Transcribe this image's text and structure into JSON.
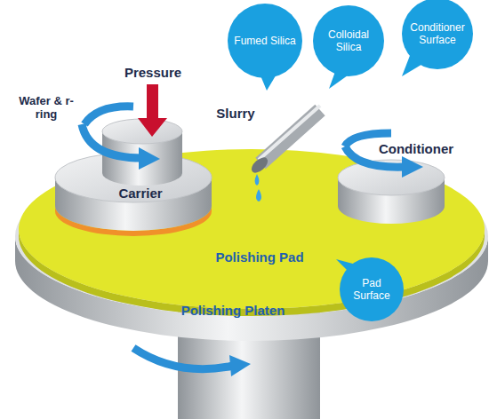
{
  "diagram": {
    "nodes": [
      {
        "text": [
          "Fumed Silica"
        ]
      },
      {
        "text": [
          "Colloidal Silica"
        ]
      },
      {
        "text": [
          "Conditioner Surface"
        ]
      },
      {
        "text": [
          "Pad Surface"
        ]
      }
    ],
    "labels": [
      "Pressure",
      "Wafer & r-ring",
      "Slurry",
      "Conditioner",
      "Carrier",
      "Polishing Pad",
      "Polishing Platen"
    ]
  }
}
